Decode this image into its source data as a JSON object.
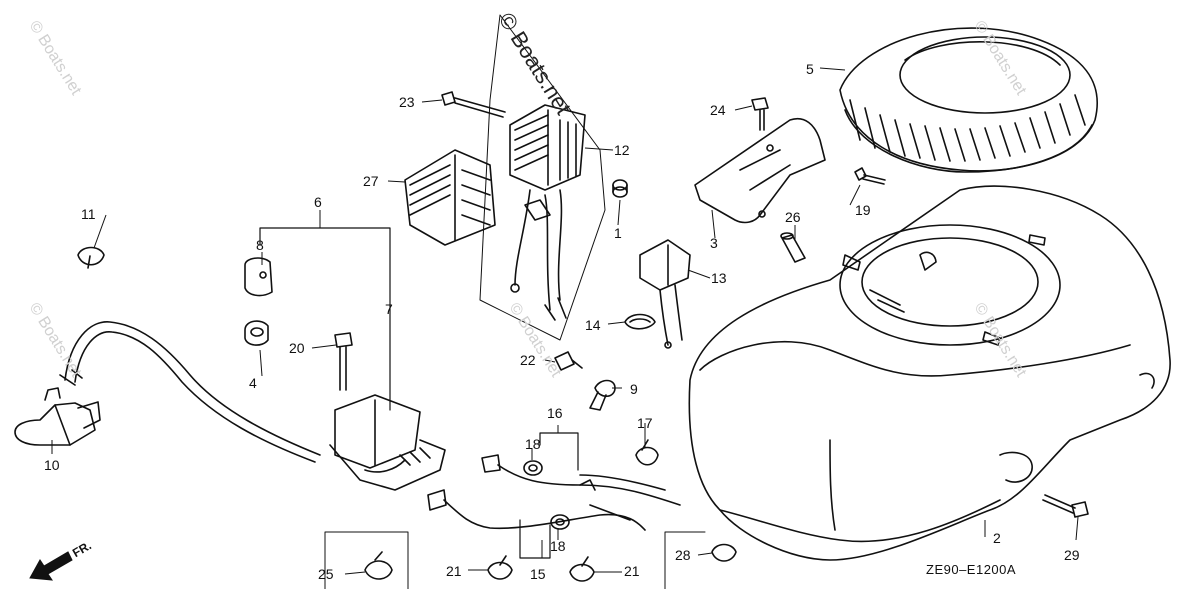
{
  "watermark": "© Boats.net",
  "diagram_code": "ZE90–E1200A",
  "direction_label": "FR.",
  "colors": {
    "ink": "#111111",
    "watermark_faint": "#d0d0d0"
  },
  "parts": [
    {
      "key": "p1",
      "num": "1"
    },
    {
      "key": "p2",
      "num": "2"
    },
    {
      "key": "p3",
      "num": "3"
    },
    {
      "key": "p4",
      "num": "4"
    },
    {
      "key": "p5",
      "num": "5"
    },
    {
      "key": "p6",
      "num": "6"
    },
    {
      "key": "p7",
      "num": "7"
    },
    {
      "key": "p8",
      "num": "8"
    },
    {
      "key": "p9",
      "num": "9"
    },
    {
      "key": "p10",
      "num": "10"
    },
    {
      "key": "p11",
      "num": "11"
    },
    {
      "key": "p12",
      "num": "12"
    },
    {
      "key": "p13",
      "num": "13"
    },
    {
      "key": "p14",
      "num": "14"
    },
    {
      "key": "p15",
      "num": "15"
    },
    {
      "key": "p16",
      "num": "16"
    },
    {
      "key": "p17",
      "num": "17"
    },
    {
      "key": "p18a",
      "num": "18"
    },
    {
      "key": "p18b",
      "num": "18"
    },
    {
      "key": "p19",
      "num": "19"
    },
    {
      "key": "p20",
      "num": "20"
    },
    {
      "key": "p21a",
      "num": "21"
    },
    {
      "key": "p21b",
      "num": "21"
    },
    {
      "key": "p22",
      "num": "22"
    },
    {
      "key": "p23",
      "num": "23"
    },
    {
      "key": "p24",
      "num": "24"
    },
    {
      "key": "p25",
      "num": "25"
    },
    {
      "key": "p26",
      "num": "26"
    },
    {
      "key": "p27",
      "num": "27"
    },
    {
      "key": "p28",
      "num": "28"
    },
    {
      "key": "p29",
      "num": "29"
    }
  ]
}
